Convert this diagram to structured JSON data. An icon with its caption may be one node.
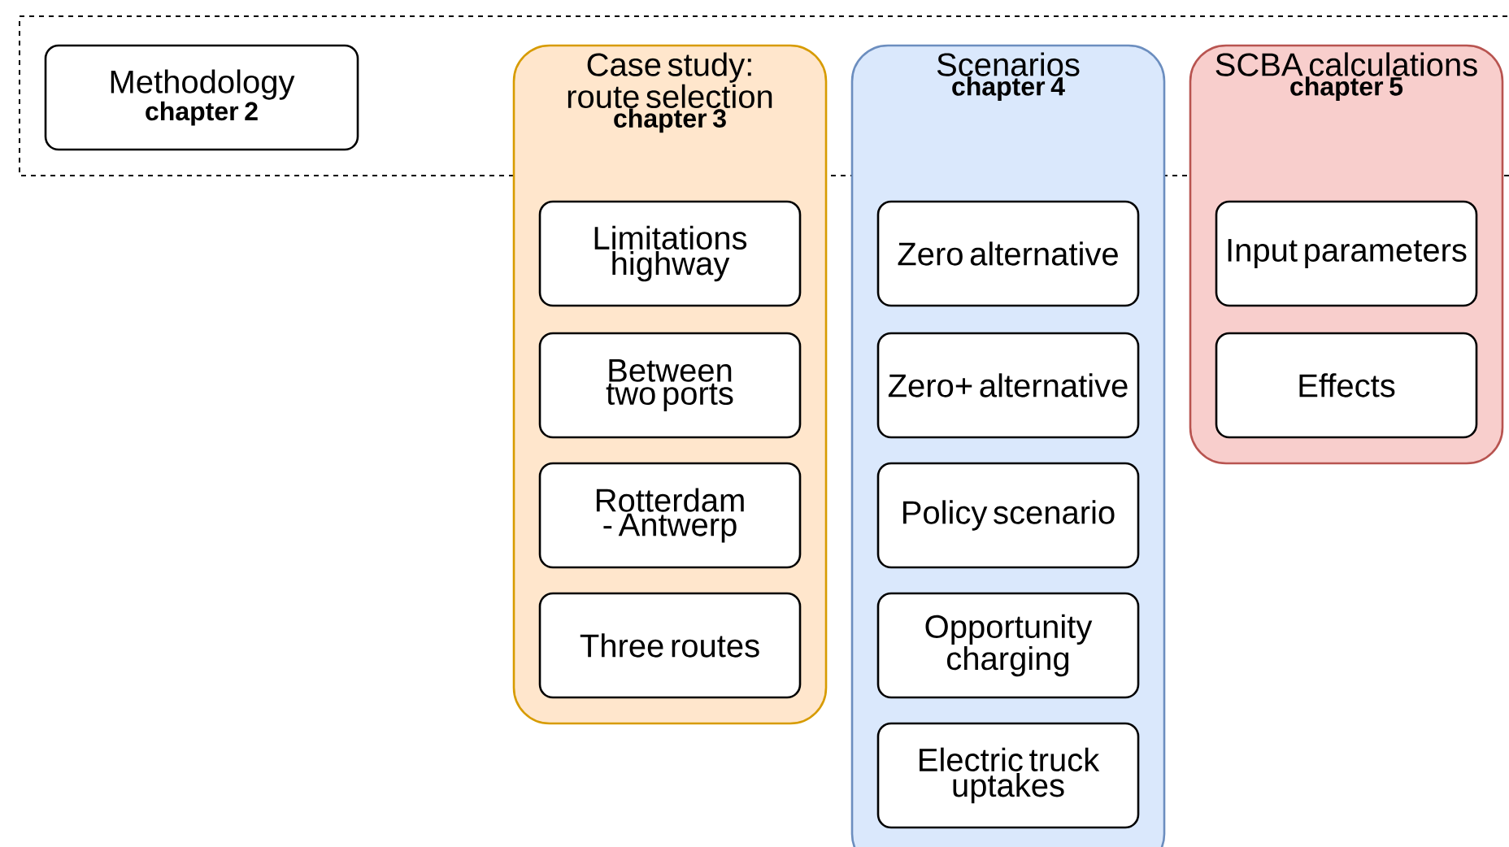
{
  "diagram": {
    "nodes": [
      {
        "text": [
          "Methodology",
          "chapter 2"
        ]
      },
      {
        "text": [
          "Case study: route selection",
          "chapter 3"
        ]
      },
      {
        "text": [
          "Limitations highway"
        ],
        "in": 1
      },
      {
        "text": [
          "Between two ports"
        ],
        "in": 1
      },
      {
        "text": [
          "Rotterdam - Antwerp"
        ],
        "in": 1
      },
      {
        "text": [
          "Three routes"
        ],
        "in": 1
      },
      {
        "text": [
          "Scenarios",
          "chapter 4"
        ]
      },
      {
        "text": [
          "Zero alternative"
        ],
        "in": 6
      },
      {
        "text": [
          "Zero+ alternative"
        ],
        "in": 6
      },
      {
        "text": [
          "Policy scenario"
        ],
        "in": 6
      },
      {
        "text": [
          "Opportunity charging"
        ],
        "in": 6
      },
      {
        "text": [
          "Electric truck uptakes"
        ],
        "in": 6
      },
      {
        "text": [
          "SCBA calculations",
          "chapter 5"
        ]
      },
      {
        "text": [
          "Input parameters"
        ],
        "in": 12
      },
      {
        "text": [
          "Effects"
        ],
        "in": 12
      }
    ]
  }
}
